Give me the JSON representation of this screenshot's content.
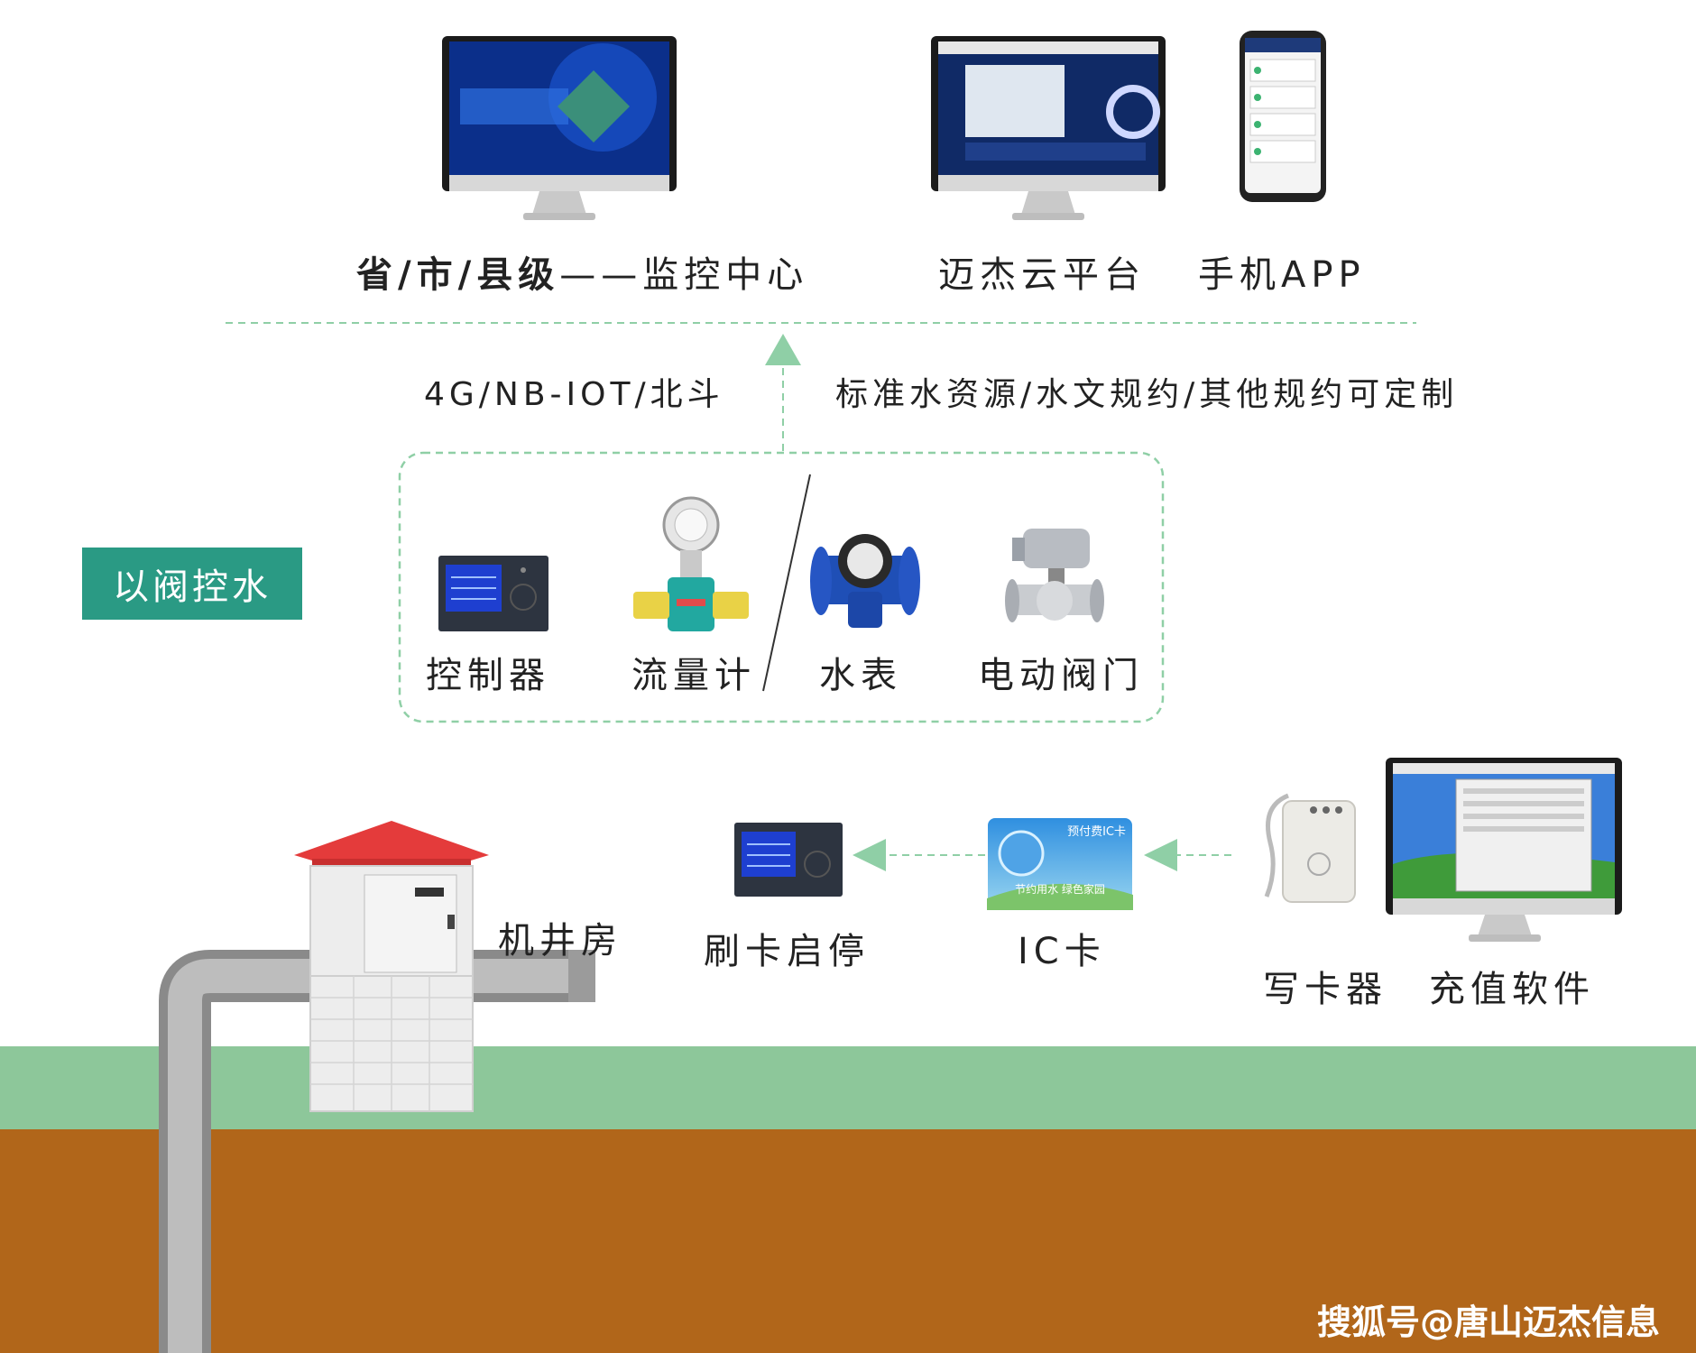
{
  "top": {
    "monitor_center_bold": "省/市/县级",
    "monitor_center_rest": "——监控中心",
    "cloud_label": "迈杰云平台",
    "app_label": "手机APP"
  },
  "protocol": {
    "network": "4G/NB-IOT/北斗",
    "standard": "标准水资源/水文规约/其他规约可定制"
  },
  "badge": {
    "label": "以阀控水"
  },
  "devices": [
    {
      "label": "控制器"
    },
    {
      "label": "流量计"
    },
    {
      "label": "水表"
    },
    {
      "label": "电动阀门"
    }
  ],
  "bottom": {
    "wellhouse": "机井房",
    "swipe": "刷卡启停",
    "ic_card": "IC卡",
    "ic_card_title": "预付费IC卡",
    "ic_card_slogan": "节约用水  绿色家园",
    "writer": "写卡器",
    "software": "充值软件"
  },
  "watermark": "搜狐号@唐山迈杰信息",
  "colors": {
    "accent": "#2a9a84",
    "grass": "#8dc79a",
    "soil": "#b1661a",
    "arrow": "#8fcfa6",
    "roof": "#e43b3b"
  }
}
